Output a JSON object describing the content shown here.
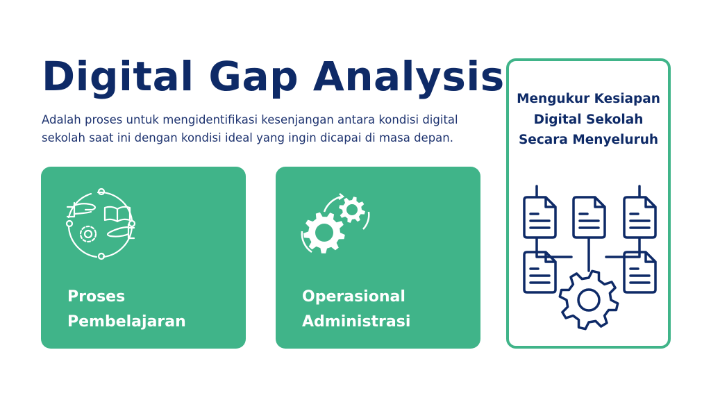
{
  "title": "Digital Gap Analysis",
  "description": "Adalah proses untuk mengidentifikasi kesenjangan antara kondisi digital sekolah saat ini dengan kondisi ideal yang ingin dicapai di masa depan.",
  "cards": [
    {
      "label": "Proses Pembelajaran",
      "icon": "learning-cycle-icon"
    },
    {
      "label": "Operasional Administrasi",
      "icon": "gears-icon"
    }
  ],
  "panel": {
    "title": "Mengukur Kesiapan Digital Sekolah Secara Menyeluruh",
    "icon": "documents-gear-network-icon"
  },
  "colors": {
    "navy": "#0e2a67",
    "green": "#40b489"
  }
}
